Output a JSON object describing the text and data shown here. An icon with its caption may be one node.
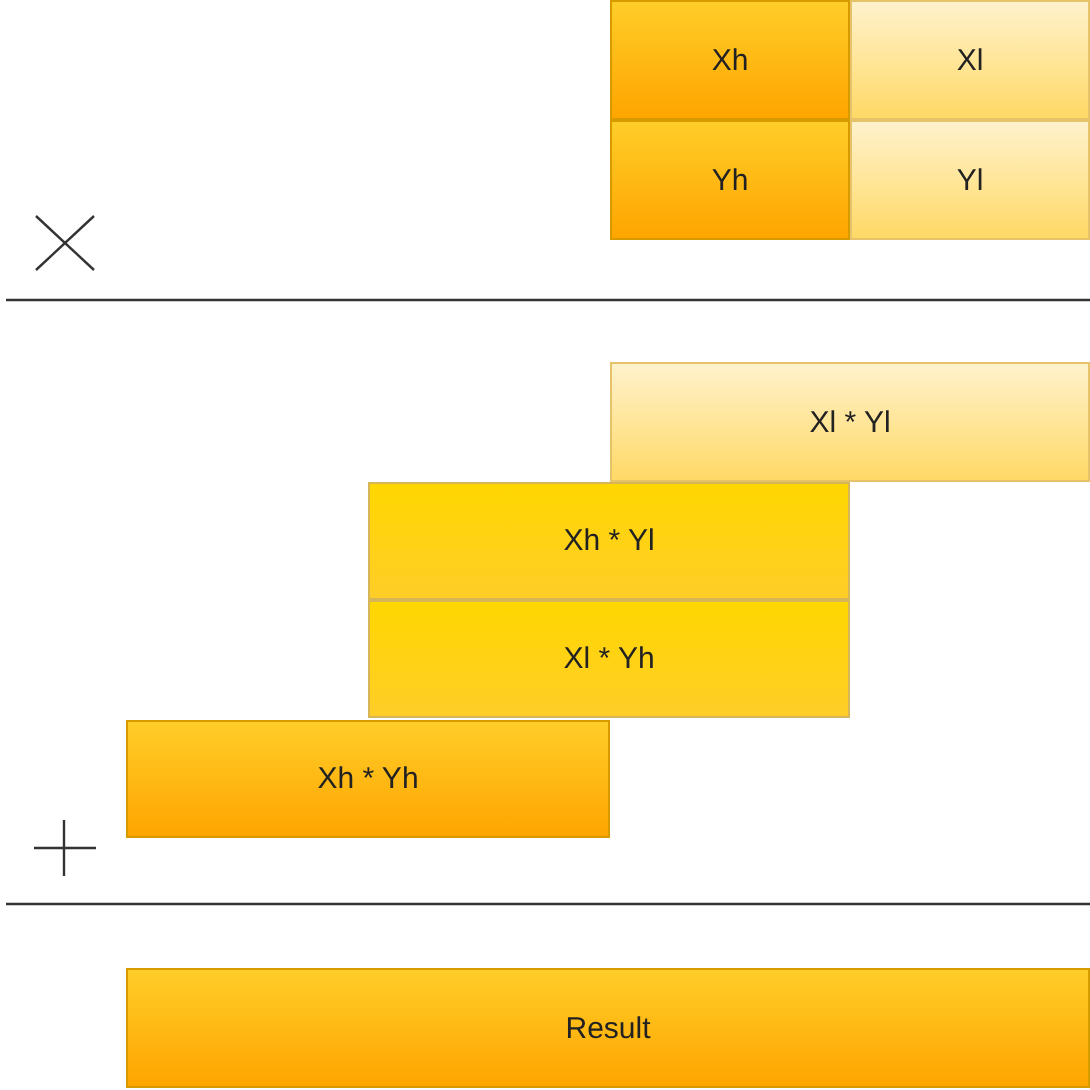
{
  "diagram": {
    "nodes": [
      {
        "text": [
          "Xh"
        ]
      },
      {
        "text": [
          "Xl"
        ]
      },
      {
        "text": [
          "Yh"
        ]
      },
      {
        "text": [
          "Yl"
        ]
      },
      {
        "text": [
          "Xl * Yl"
        ]
      },
      {
        "text": [
          "Xh * Yl"
        ]
      },
      {
        "text": [
          "Xl * Yh"
        ]
      },
      {
        "text": [
          "Xh * Yh"
        ]
      },
      {
        "text": [
          "Result"
        ]
      }
    ]
  }
}
